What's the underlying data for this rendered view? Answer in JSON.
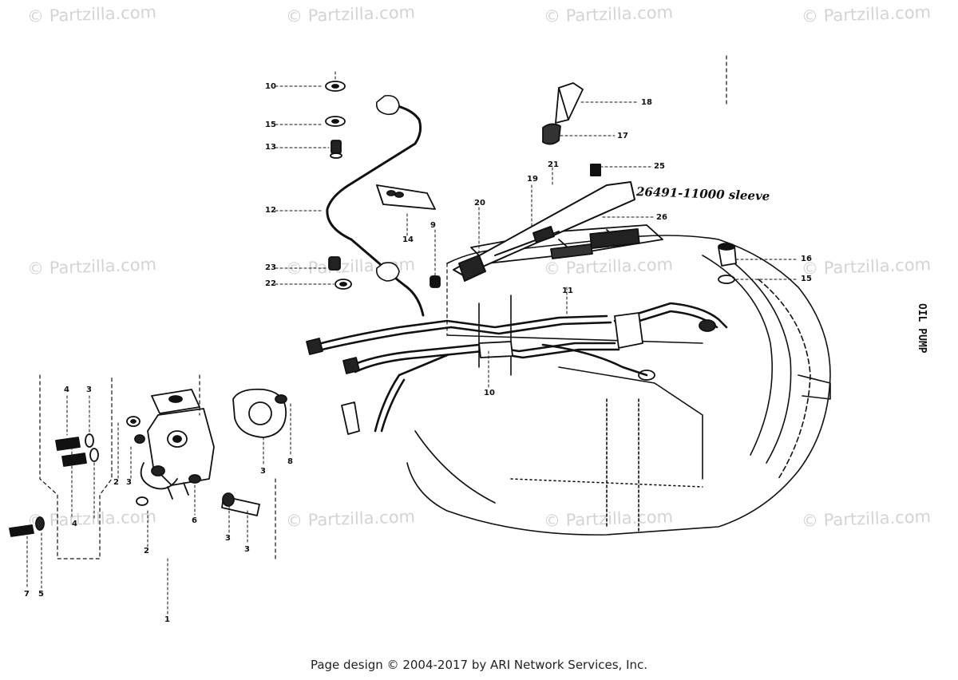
{
  "watermark": {
    "text": "© Partzilla.com"
  },
  "diagram": {
    "callouts": [
      "10",
      "15",
      "13",
      "12",
      "23",
      "22",
      "14",
      "18",
      "17",
      "21",
      "19",
      "25",
      "20",
      "9",
      "26",
      "16",
      "15",
      "11",
      "10",
      "4",
      "3",
      "2",
      "3",
      "8",
      "3",
      "6",
      "3",
      "3",
      "4",
      "2",
      "7",
      "5",
      "1"
    ],
    "annotation": "26491-11000 sleeve",
    "side_label": "OIL PUMP"
  },
  "footer": {
    "text": "Page design © 2004-2017 by ARI Network Services, Inc."
  }
}
